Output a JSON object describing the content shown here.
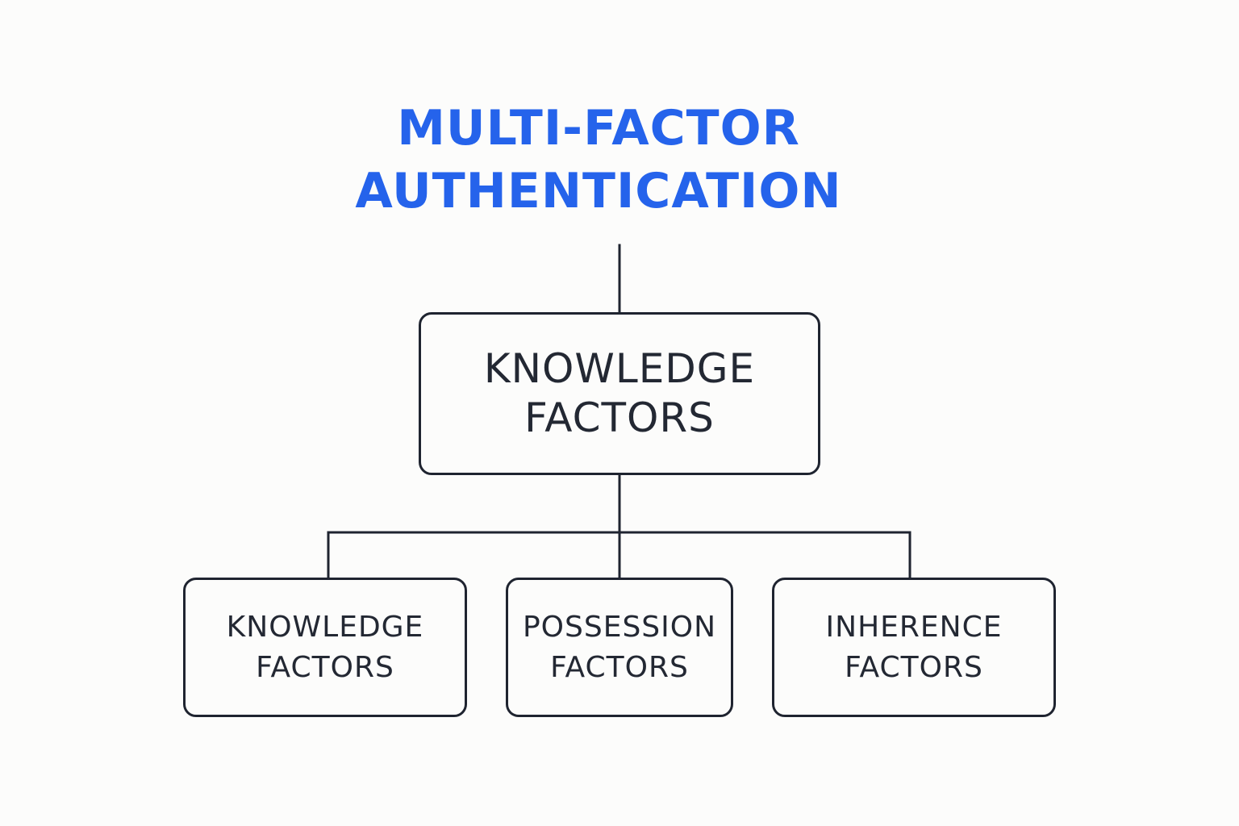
{
  "colors": {
    "title": "#2563eb",
    "text": "#232833",
    "stroke": "#1f2430",
    "background": "#fcfcfb"
  },
  "diagram": {
    "title": {
      "line1": "MULTI-FACTOR",
      "line2": "AUTHENTICATION"
    },
    "root": {
      "line1": "KNOWLEDGE",
      "line2": "FACTORS"
    },
    "children": [
      {
        "line1": "KNOWLEDGE",
        "line2": "FACTORS"
      },
      {
        "line1": "POSSESSION",
        "line2": "FACTORS"
      },
      {
        "line1": "INHERENCE",
        "line2": "FACTORS"
      }
    ]
  }
}
